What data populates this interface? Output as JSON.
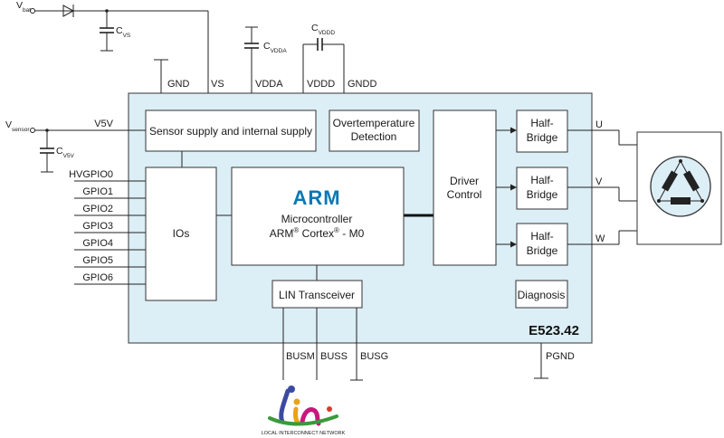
{
  "chip": {
    "name": "E523.42",
    "top_pins": [
      "GND",
      "VS",
      "VDDA",
      "VDDD",
      "GNDD"
    ],
    "left_pins": [
      "V5V",
      "HVGPIO0",
      "GPIO1",
      "GPIO2",
      "GPIO3",
      "GPIO4",
      "GPIO5",
      "GPIO6"
    ],
    "bottom_pins": [
      "BUSM",
      "BUSS",
      "BUSG",
      "PGND"
    ],
    "outputs": [
      "U",
      "V",
      "W"
    ]
  },
  "blocks": {
    "sensor_supply": "Sensor supply and internal supply",
    "overtemp_line1": "Overtemperature",
    "overtemp_line2": "Detection",
    "ios": "IOs",
    "arm_logo": "ARM",
    "mcu_line1": "Microcontroller",
    "mcu_line2_a": "ARM",
    "mcu_line2_b": "Cortex",
    "mcu_line2_c": "- M0",
    "registered": "®",
    "driver_line1": "Driver",
    "driver_line2": "Control",
    "half_bridge_line1": "Half-",
    "half_bridge_line2": "Bridge",
    "lin_transceiver": "LIN Transceiver",
    "diagnosis": "Diagnosis"
  },
  "external": {
    "vbat_main": "V",
    "vbat_sub": "bat",
    "vsensor_main": "V",
    "vsensor_sub": "sensor",
    "cvs_main": "C",
    "cvs_sub": "VS",
    "cvdda_main": "C",
    "cvdda_sub": "VDDA",
    "cvddd_main": "C",
    "cvddd_sub": "VDDD",
    "cv5v_main": "C",
    "cv5v_sub": "V5V"
  },
  "logo": {
    "text": "LOCAL INTERCONNECT NETWORK",
    "colors": [
      "#3b4aa0",
      "#e8a317",
      "#c8187a",
      "#3a9a3a",
      "#d83a2a"
    ]
  },
  "colors": {
    "chip_fill": "#dceef6",
    "chip_stroke": "#555555",
    "arm_blue": "#0a78b4"
  }
}
